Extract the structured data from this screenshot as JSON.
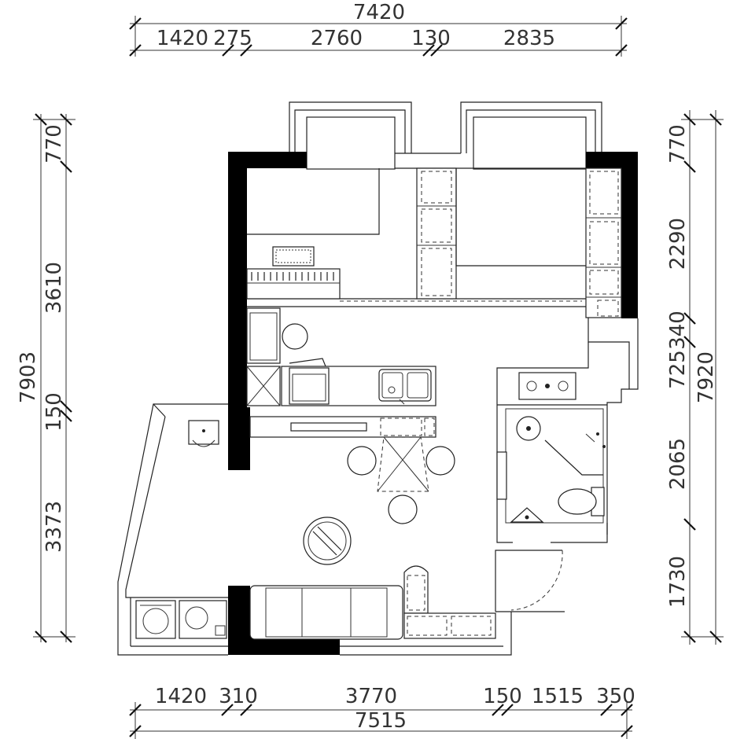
{
  "dimensions": {
    "top_total": "7420",
    "top_segments": [
      "1420",
      "275",
      "2760",
      "130",
      "2835"
    ],
    "bottom_segments": [
      "1420",
      "310",
      "3770",
      "150",
      "1515",
      "350"
    ],
    "bottom_total": "7515",
    "left_total": "7903",
    "left_segments": [
      "770",
      "3610",
      "150",
      "3373"
    ],
    "right_total": "7920",
    "right_segments": [
      "770",
      "2290",
      "725",
      "340",
      "2065",
      "1730"
    ]
  },
  "colors": {
    "wall": "#000000",
    "line": "#222222",
    "background": "#ffffff"
  }
}
